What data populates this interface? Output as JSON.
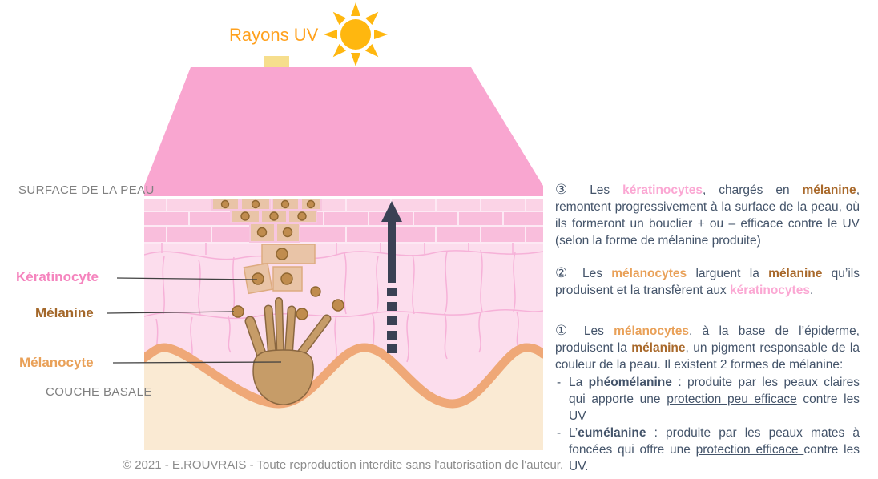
{
  "header": {
    "uv_label": "Rayons UV",
    "sun_icon": "sun-icon"
  },
  "diagram_labels": {
    "surface": "SURFACE DE LA PEAU",
    "keratinocyte": "Kératinocyte",
    "melanine": "Mélanine",
    "melanocyte": "Mélanocyte",
    "couche_basale": "COUCHE BASALE"
  },
  "steps": {
    "step3": {
      "segments": [
        {
          "t": "③ ",
          "s": "num"
        },
        {
          "t": "Les ",
          "s": "body"
        },
        {
          "t": "kératinocytes",
          "s": "pink"
        },
        {
          "t": ", chargés en ",
          "s": "body"
        },
        {
          "t": "mélanine",
          "s": "brown"
        },
        {
          "t": ", remontent progressivement à la surface de la peau, où ils formeront un bouclier + ou – efficace contre le UV (selon la forme de mélanine produite)",
          "s": "body"
        }
      ]
    },
    "step2": {
      "segments": [
        {
          "t": "② ",
          "s": "num"
        },
        {
          "t": "Les ",
          "s": "body"
        },
        {
          "t": "mélanocytes",
          "s": "orange"
        },
        {
          "t": " larguent la ",
          "s": "body"
        },
        {
          "t": "mélanine",
          "s": "brown"
        },
        {
          "t": " qu’ils produisent et la transfèrent aux ",
          "s": "body"
        },
        {
          "t": "kératinocytes",
          "s": "pink"
        },
        {
          "t": ".",
          "s": "body"
        }
      ]
    },
    "step1": {
      "segments": [
        {
          "t": "① ",
          "s": "num"
        },
        {
          "t": "Les ",
          "s": "body"
        },
        {
          "t": "mélanocytes",
          "s": "orange"
        },
        {
          "t": ", à la base de l’épiderme, produisent la ",
          "s": "body"
        },
        {
          "t": "mélanine",
          "s": "brown"
        },
        {
          "t": ", un pigment responsable de la couleur de la peau. Il existent 2 formes de mélanine:",
          "s": "body"
        }
      ],
      "bullet_marker": "-",
      "bullets": [
        {
          "segments": [
            {
              "t": "La ",
              "s": "body"
            },
            {
              "t": "phéomélanine",
              "s": "bold"
            },
            {
              "t": " : produite par les peaux claires qui apporte une ",
              "s": "body"
            },
            {
              "t": "protection peu efficace",
              "s": "underline"
            },
            {
              "t": " contre les UV",
              "s": "body"
            }
          ]
        },
        {
          "segments": [
            {
              "t": "L’",
              "s": "body"
            },
            {
              "t": "eumélanine",
              "s": "bold"
            },
            {
              "t": " : produite par les peaux mates à foncées qui offre une ",
              "s": "body"
            },
            {
              "t": "protection efficace ",
              "s": "underline"
            },
            {
              "t": "contre les UV.",
              "s": "body"
            }
          ]
        }
      ]
    }
  },
  "footer": {
    "copyright": "© 2021 - E.ROUVRAIS - Toute reproduction interdite sans l'autorisation de l'auteur."
  },
  "palette": {
    "pink_surface": "#F9A6D0",
    "pink_brick_light": "#FBD3E6",
    "pink_brick": "#F9BEDC",
    "pink_mortar": "#FDE9F4",
    "pink_lower": "#FCDDED",
    "pink_cell_line": "#F6B1D8",
    "tan_cell": "#E9C4A7",
    "tan_cell_border": "#DDAB80",
    "melanin_dot": "#C08C4E",
    "melanin_dot_border": "#8F6630",
    "melanocyte": "#C69C68",
    "melanocyte_outline": "#8A6740",
    "basal_line": "#EFA877",
    "cream": "#FAEAD3",
    "uv_arrow": "#F6DE8D",
    "sun": "#FFB70F",
    "uv_text": "#FFA11E",
    "dark_arrow": "#3A4154",
    "body_text": "#44546A",
    "pink_word": "#FBA7D3",
    "orange_word": "#E9A159",
    "brown_word": "#A9692B",
    "gray_label": "#808080",
    "label_pink": "#F584BE",
    "label_brown": "#A4682B",
    "label_orange": "#E9A159"
  }
}
